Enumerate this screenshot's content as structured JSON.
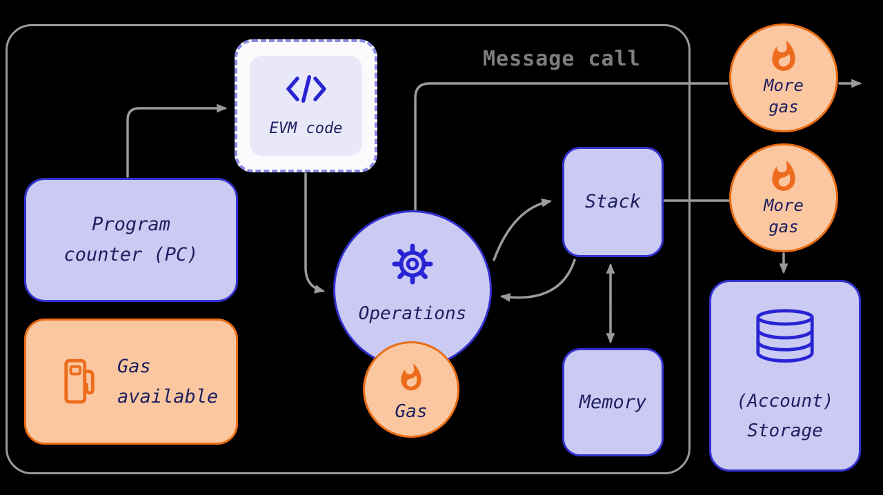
{
  "title": {
    "message_call": "Message call"
  },
  "nodes": {
    "evm_code": {
      "label": "EVM code",
      "icon": "code-icon"
    },
    "program_counter": {
      "label": "Program\ncounter (PC)"
    },
    "gas_available": {
      "label": "Gas\navailable",
      "icon": "fuel-pump-icon"
    },
    "operations": {
      "label": "Operations",
      "icon": "gear-icon"
    },
    "gas": {
      "label": "Gas",
      "icon": "flame-icon"
    },
    "stack": {
      "label": "Stack"
    },
    "memory": {
      "label": "Memory"
    },
    "more_gas_top": {
      "label": "More\ngas",
      "icon": "flame-icon"
    },
    "more_gas_mid": {
      "label": "More\ngas",
      "icon": "flame-icon"
    },
    "storage": {
      "label": "(Account)\nStorage",
      "icon": "database-icon"
    }
  },
  "colors": {
    "background": "#000000",
    "lavender_fill": "#cbcaf3",
    "indigo_border": "#3331ce",
    "orange_fill": "#fac7a0",
    "orange_border": "#e96d15",
    "flame_orange": "#ed6c1c",
    "icon_indigo": "#2824d4",
    "arrow_gray": "#9b9b9b",
    "text_navy": "#1e1e5f",
    "title_gray": "#7f7f7f"
  }
}
